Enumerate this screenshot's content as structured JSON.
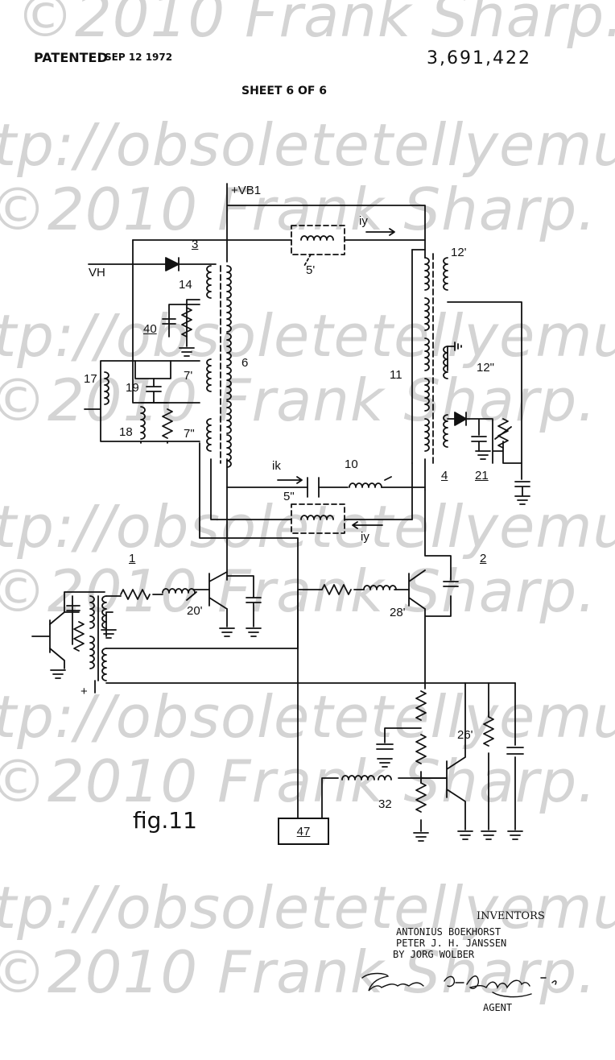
{
  "watermark": {
    "lines": [
      "©2010 Frank Sharp.",
      "tp://obsoletetellyemus",
      "©2010 Frank Sharp.",
      "tp://obsoletetellyemus",
      "©2010 Frank Sharp.",
      "tp://obsoletetellyemus",
      "©2010 Frank Sharp.",
      "tp://obsoletetellyemus",
      "©2010 Frank Sharp.",
      "tp://obsoletetellyemus",
      "©2010 Frank Sharp."
    ]
  },
  "header": {
    "patented": "PATENTED",
    "date": "SEP 12 1972",
    "patent_number": "3,691,422",
    "sheet": "SHEET 6 OF 6"
  },
  "labels": {
    "vb1": "+VB1",
    "vh": "VH",
    "n3": "3",
    "n14": "14",
    "n40": "40",
    "n6": "6",
    "n7p": "7'",
    "n7pp": "7\"",
    "n17": "17",
    "n19": "19",
    "n18": "18",
    "n5p": "5'",
    "iy_top": "iy",
    "n12p": "12'",
    "n12pp": "12\"",
    "n11": "11",
    "n4": "4",
    "n21": "21",
    "ik": "ik",
    "n10": "10",
    "n5pp": "5\"",
    "iy_bottom": "iy",
    "n1": "1",
    "n2": "2",
    "n20p": "20'",
    "n28p": "28'",
    "plus": "+",
    "n26p": "26'",
    "n32": "32",
    "n47": "47"
  },
  "figure_label": "fig.11",
  "inventors": {
    "title": "INVENTORS",
    "names": [
      "ANTONIUS BOEKHORST",
      "PETER J. H. JANSSEN",
      "BY JORG WOLBER"
    ],
    "agent": "AGENT"
  }
}
